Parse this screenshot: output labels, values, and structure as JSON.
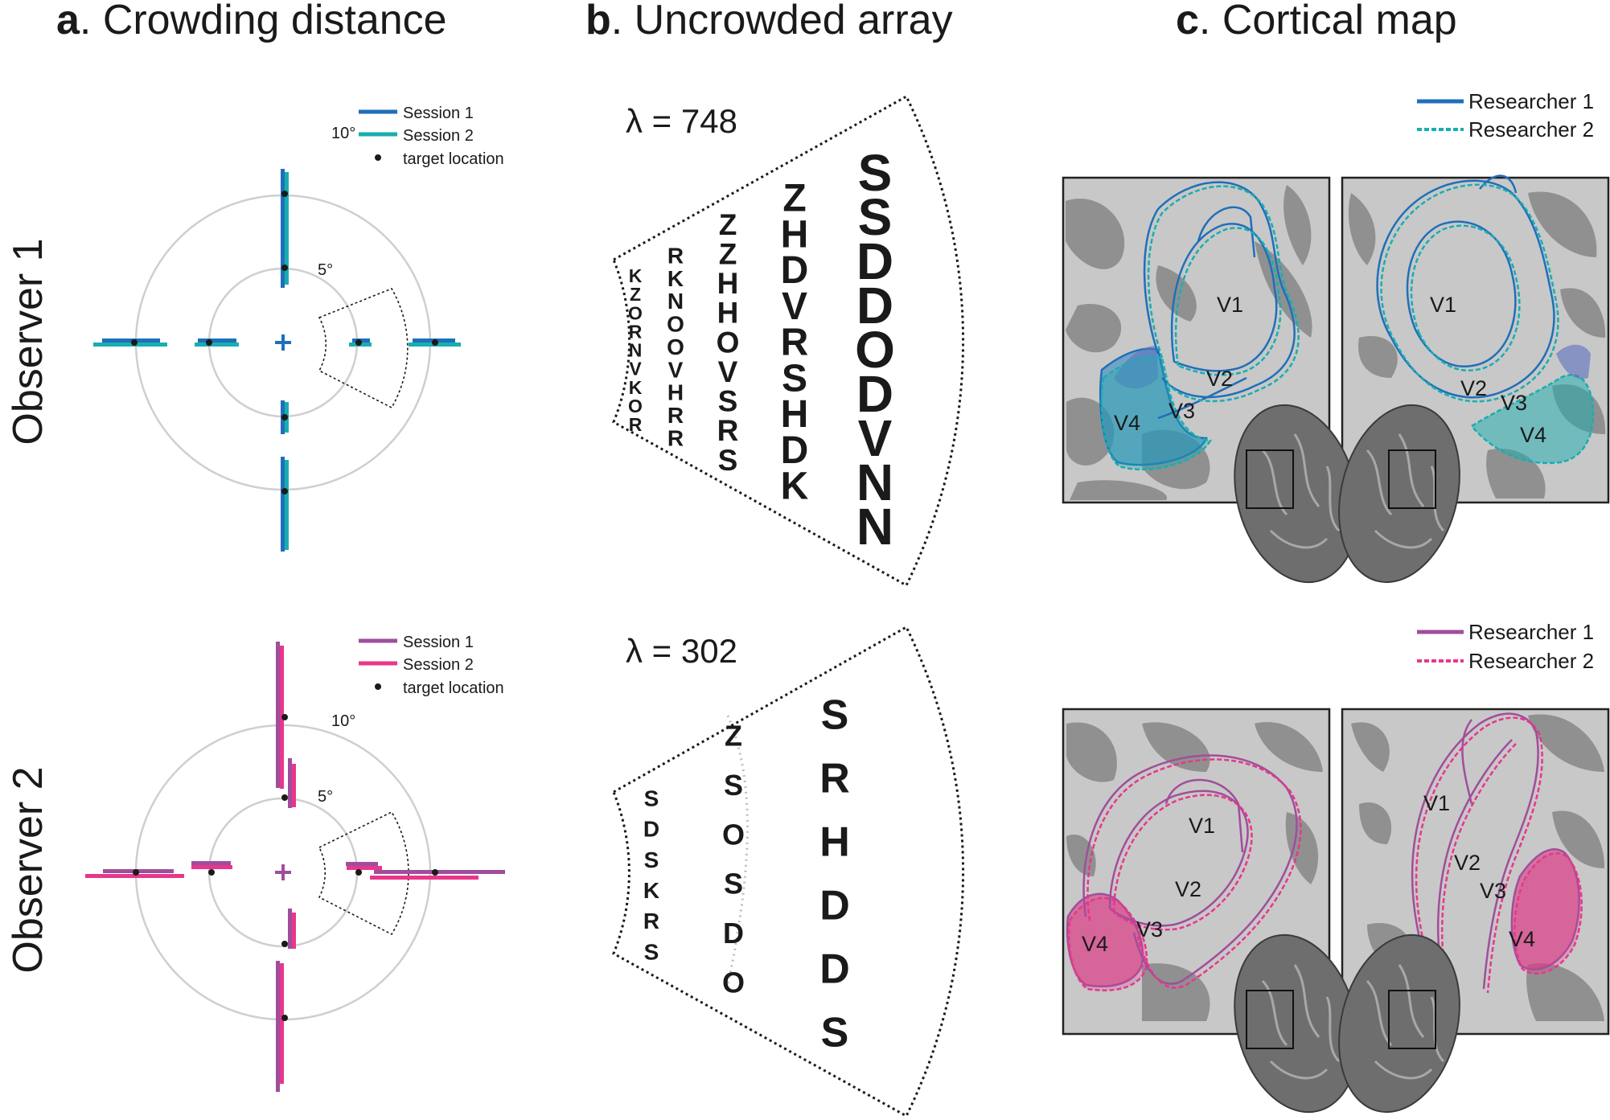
{
  "panels": {
    "a": {
      "letter": "a",
      "title": ". Crowding distance"
    },
    "b": {
      "letter": "b",
      "title": ". Uncrowded array"
    },
    "c": {
      "letter": "c",
      "title": ". Cortical map"
    }
  },
  "rows": [
    {
      "label": "Observer 1",
      "crowding": {
        "legend": [
          "Session 1",
          "Session 2",
          "target location"
        ],
        "rings": [
          "10°",
          "5°"
        ],
        "colors": {
          "session1": "#1f6fba",
          "session2": "#19aeb0",
          "fixation": "#1f6fba"
        }
      },
      "array": {
        "lambda_symbol": "λ",
        "lambda_eq": "= 748",
        "columns": [
          [
            "K",
            "Z",
            "O",
            "R",
            "N",
            "V",
            "K",
            "O",
            "R"
          ],
          [
            "R",
            "K",
            "N",
            "O",
            "O",
            "V",
            "H",
            "R",
            "R"
          ],
          [
            "Z",
            "Z",
            "H",
            "H",
            "O",
            "V",
            "S",
            "R",
            "S"
          ],
          [
            "Z",
            "H",
            "D",
            "V",
            "R",
            "S",
            "H",
            "D",
            "K"
          ],
          [
            "S",
            "S",
            "D",
            "D",
            "O",
            "D",
            "V",
            "N",
            "N"
          ]
        ]
      },
      "cortex": {
        "legend": [
          "Researcher 1",
          "Researcher 2"
        ],
        "colors": {
          "researcher1": "#1f6fba",
          "researcher2": "#19aeb0"
        },
        "left_labels": [
          "V1",
          "V2",
          "V3",
          "V4"
        ],
        "right_labels": [
          "V1",
          "V2",
          "V3",
          "V4"
        ]
      }
    },
    {
      "label": "Observer 2",
      "crowding": {
        "legend": [
          "Session 1",
          "Session 2",
          "target location"
        ],
        "rings": [
          "10°",
          "5°"
        ],
        "colors": {
          "session1": "#a04e9c",
          "session2": "#e8378a",
          "fixation": "#a04e9c"
        }
      },
      "array": {
        "lambda_symbol": "λ",
        "lambda_eq": "= 302",
        "columns": [
          [
            "S",
            "D",
            "S",
            "K",
            "R",
            "S"
          ],
          [
            "Z",
            "S",
            "O",
            "S",
            "D",
            "O"
          ],
          [
            "S",
            "R",
            "H",
            "D",
            "D",
            "S"
          ]
        ]
      },
      "cortex": {
        "legend": [
          "Researcher 1",
          "Researcher 2"
        ],
        "colors": {
          "researcher1": "#a04e9c",
          "researcher2": "#e8378a"
        },
        "left_labels": [
          "V1",
          "V2",
          "V3",
          "V4"
        ],
        "right_labels": [
          "V1",
          "V2",
          "V3",
          "V4"
        ]
      }
    }
  ]
}
